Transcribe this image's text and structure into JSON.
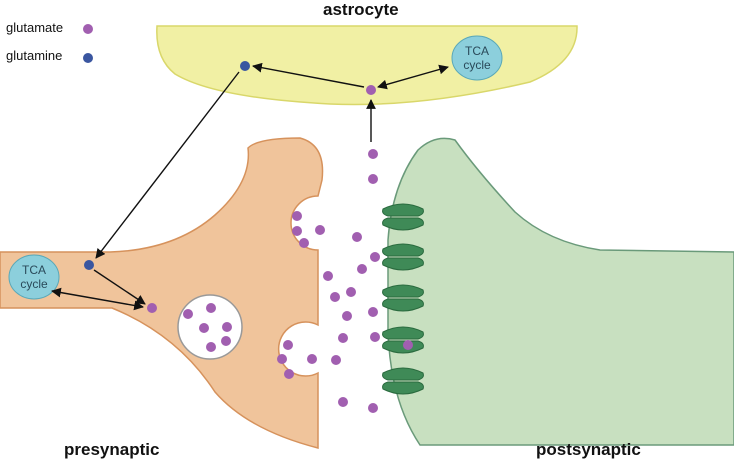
{
  "legend": {
    "glutamate_label": "glutamate",
    "glutamine_label": "glutamine"
  },
  "regions": {
    "astrocyte": "astrocyte",
    "presynaptic": "presynaptic",
    "postsynaptic": "postsynaptic"
  },
  "tca_astrocyte": {
    "line1": "TCA",
    "line2": "cycle"
  },
  "tca_presynaptic": {
    "line1": "TCA",
    "line2": "cycle"
  },
  "colors": {
    "astrocyte_fill": "#f1f0a4",
    "astrocyte_stroke": "#d9d76a",
    "presynaptic_fill": "#f0c49b",
    "presynaptic_stroke": "#d6925c",
    "postsynaptic_fill": "#c8e0c0",
    "postsynaptic_stroke": "#6a9a7a",
    "tca_fill": "#8ccfdc",
    "tca_stroke": "#5aa8b8",
    "glutamate": "#a15fb0",
    "glutamine": "#3a56a0",
    "receptor": "#3f8a57",
    "receptor_dark": "#2a6a3e",
    "arrow": "#111111"
  }
}
